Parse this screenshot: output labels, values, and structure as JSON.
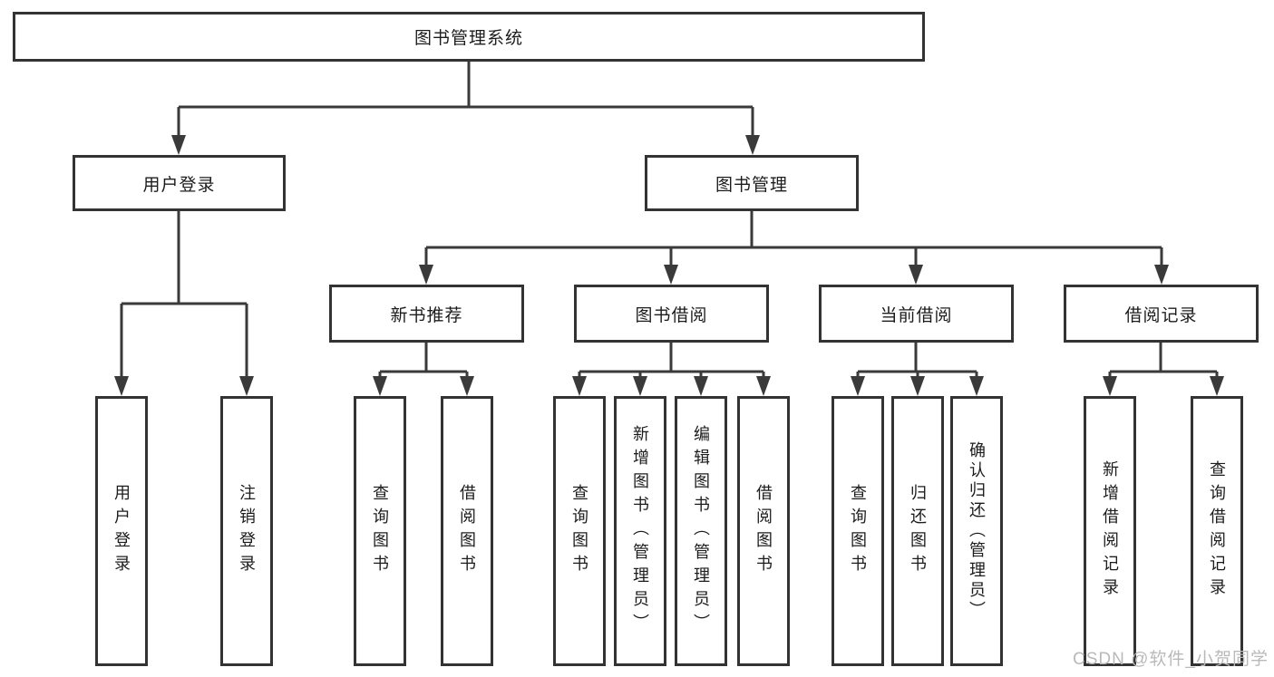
{
  "diagram": {
    "root": {
      "label": "图书管理系统"
    },
    "user_login": {
      "label": "用户登录",
      "children": [
        {
          "label": "用户登录"
        },
        {
          "label": "注销登录"
        }
      ]
    },
    "book_mgmt": {
      "label": "图书管理",
      "children": [
        {
          "label": "新书推荐",
          "children": [
            {
              "label": "查询图书"
            },
            {
              "label": "借阅图书"
            }
          ]
        },
        {
          "label": "图书借阅",
          "children": [
            {
              "label": "查询图书"
            },
            {
              "label": "新增图书（管理员）"
            },
            {
              "label": "编辑图书（管理员）"
            },
            {
              "label": "借阅图书"
            }
          ]
        },
        {
          "label": "当前借阅",
          "children": [
            {
              "label": "查询图书"
            },
            {
              "label": "归还图书"
            },
            {
              "label": "确认归还（管理员）"
            }
          ]
        },
        {
          "label": "借阅记录",
          "children": [
            {
              "label": "新增借阅记录"
            },
            {
              "label": "查询借阅记录"
            }
          ]
        }
      ]
    }
  },
  "watermark": {
    "text": "CSDN @软件_小贺同学"
  },
  "colors": {
    "line": "#3a3a3a",
    "box_border": "#333333",
    "text": "#1c1c1c",
    "watermark": "#b9b9b9",
    "background": "#ffffff"
  }
}
